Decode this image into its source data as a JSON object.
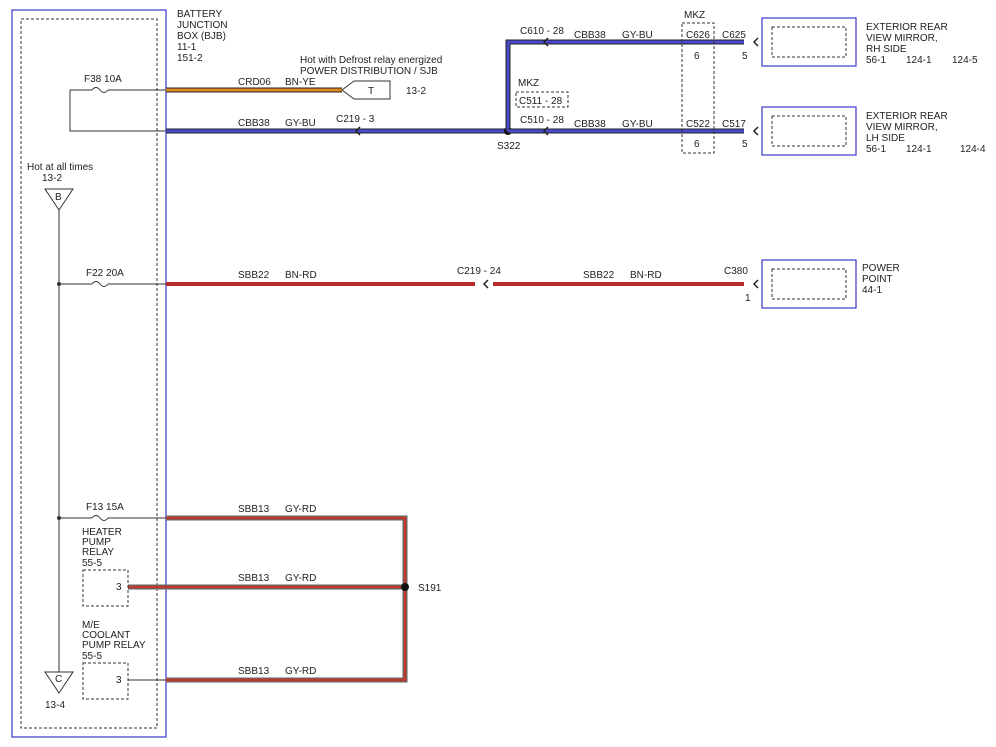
{
  "colors": {
    "bjb_border": "#3a3aca",
    "wire_orange": "#e08a1e",
    "wire_gray_blue": "#4a4acc",
    "wire_brown_red": "#b52a2a",
    "wire_gray_red": "#c0392b",
    "line": "#333333"
  },
  "bjb": {
    "lines": [
      "BATTERY",
      "JUNCTION",
      "BOX (BJB)",
      "11-1",
      "151-2"
    ]
  },
  "fuses": {
    "f38": "F38  10A",
    "f22": "F22  20A",
    "f13": "F13   15A"
  },
  "hot_at_all_times": {
    "label": "Hot at all times",
    "ref_top": "13-2",
    "ref_bottom": "13-4"
  },
  "bus_tags": {
    "b": "B",
    "c": "C"
  },
  "defrost": {
    "lines": [
      "Hot with Defrost relay energized",
      "POWER DISTRIBUTION / SJB"
    ],
    "terminal": "T",
    "ref": "13-2"
  },
  "wires": {
    "crd06": {
      "circuit": "CRD06",
      "color": "BN-YE"
    },
    "cbb38_main": {
      "circuit": "CBB38",
      "color": "GY-BU"
    },
    "cbb38_rh": {
      "circuit": "CBB38",
      "color": "GY-BU"
    },
    "cbb38_lh": {
      "circuit": "CBB38",
      "color": "GY-BU"
    },
    "sbb22_left": {
      "circuit": "SBB22",
      "color": "BN-RD"
    },
    "sbb22_right": {
      "circuit": "SBB22",
      "color": "BN-RD"
    },
    "sbb13_top": {
      "circuit": "SBB13",
      "color": "GY-RD"
    },
    "sbb13_mid": {
      "circuit": "SBB13",
      "color": "GY-RD"
    },
    "sbb13_bot": {
      "circuit": "SBB13",
      "color": "GY-RD"
    }
  },
  "connectors": {
    "c219_3": "C219 - 3",
    "c219_24": "C219 - 24",
    "c610_28": "C610 - 28",
    "c510_28": "C510 - 28",
    "c511_28": "C511 - 28",
    "c626": "C626",
    "c522": "C522",
    "c625": "C625",
    "c517": "C517",
    "c380": "C380",
    "mkz_1": "MKZ",
    "mkz_2": "MKZ",
    "pin_6a": "6",
    "pin_6b": "6",
    "pin_5a": "5",
    "pin_5b": "5",
    "pin_1": "1"
  },
  "splices": {
    "s322": "S322",
    "s191": "S191"
  },
  "components": {
    "rh_mirror": {
      "lines": [
        "EXTERIOR REAR",
        "VIEW MIRROR,",
        "RH SIDE"
      ],
      "refs": [
        "56-1",
        "124-1",
        "124-5"
      ]
    },
    "lh_mirror": {
      "lines": [
        "EXTERIOR REAR",
        "VIEW MIRROR,",
        "LH SIDE"
      ],
      "refs": [
        "56-1",
        "124-1",
        "124-4"
      ]
    },
    "power_point": {
      "lines": [
        "POWER",
        "POINT",
        "44-1"
      ]
    },
    "heater_pump_relay": {
      "lines": [
        "HEATER",
        "PUMP",
        "RELAY",
        "55-5"
      ],
      "pin": "3"
    },
    "coolant_pump_relay": {
      "lines": [
        "M/E",
        "COOLANT",
        "PUMP RELAY",
        "55-5"
      ],
      "pin": "3"
    }
  }
}
